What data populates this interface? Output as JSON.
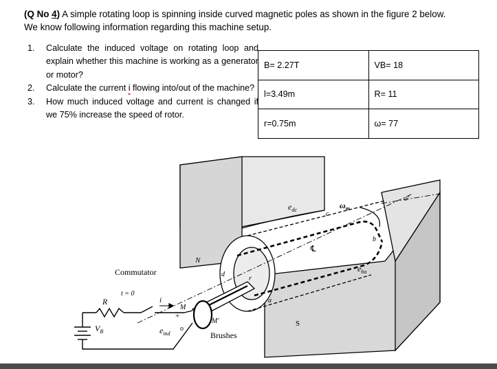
{
  "question": {
    "number_prefix": "(Q No ",
    "number": "4",
    "number_suffix": ")",
    "intro_line1": "A simple rotating loop is spinning inside curved magnetic poles as shown in the figure 2 below.",
    "intro_line2": "We know following information regarding this machine setup."
  },
  "tasks": [
    {
      "num": "1.",
      "text": "Calculate the induced voltage on rotating loop and explain whether this machine is working as a generator or motor?"
    },
    {
      "num": "2.",
      "pre": "Calculate the current ",
      "var": "i",
      "post": " flowing into/out of the machine?"
    },
    {
      "num": "3.",
      "text": "How much induced voltage and current is changed if we 75% increase the speed of rotor."
    }
  ],
  "parameters": [
    [
      "B= 2.27T",
      "VB= 18"
    ],
    [
      "l=3.49m",
      "R= 11"
    ],
    [
      "r=0.75m",
      "ω= 77"
    ]
  ],
  "figure": {
    "commutator": "Commutator",
    "brushes": "Brushes",
    "north": "N",
    "south": "S",
    "edc": "e",
    "edc_sub": "dc",
    "eba": "e",
    "eba_sub": "ba",
    "omega": "ω",
    "omega_sub": "m",
    "r_label": "R",
    "vb": "V",
    "vb_sub": "B",
    "t0": "t = 0",
    "i": "i",
    "eind": "e",
    "eind_sub": "ind",
    "plus": "+",
    "minus": "o",
    "M": "M",
    "Mprime": "M′",
    "a": "a",
    "b": "b",
    "c": "c",
    "d": "d",
    "r": "r",
    "o_prime": "o′",
    "centerline": "℄"
  }
}
